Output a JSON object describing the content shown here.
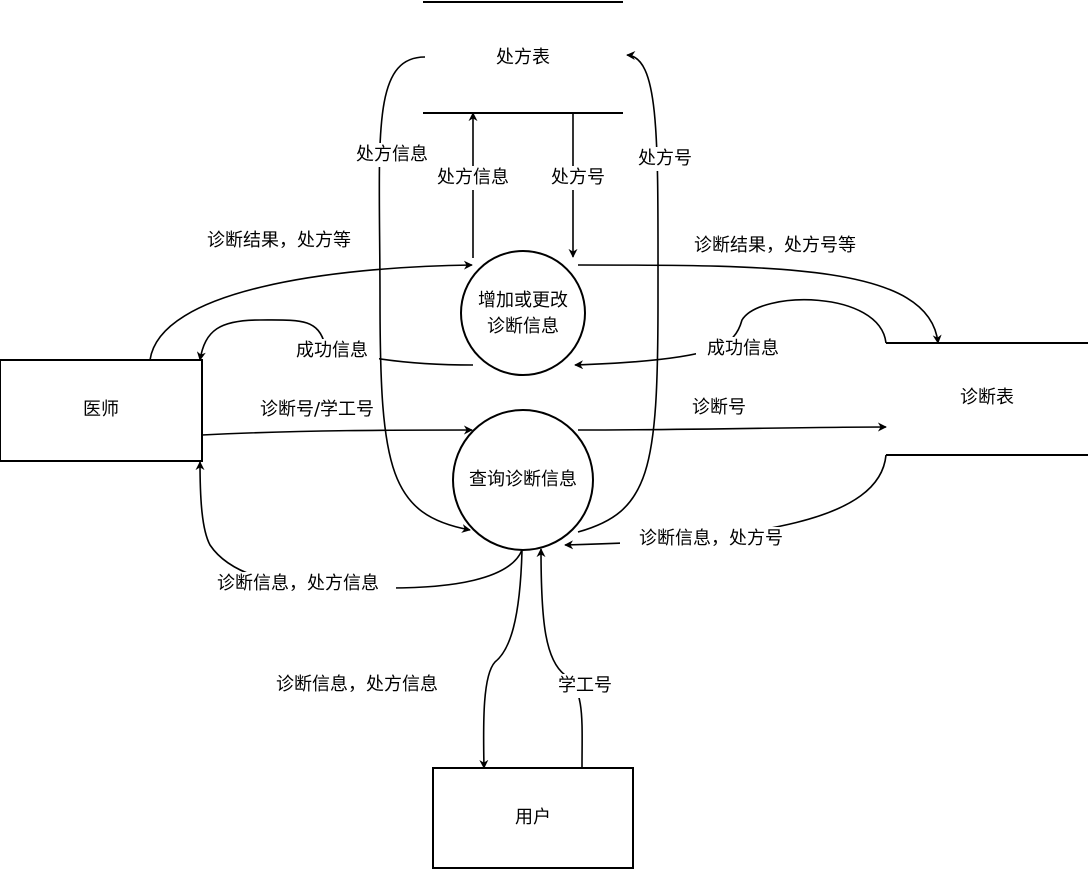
{
  "nodes": {
    "doctor": "医师",
    "user": "用户",
    "prescription_table": "处方表",
    "diagnosis_table": "诊断表",
    "process_edit_line1": "增加或更改",
    "process_edit_line2": "诊断信息",
    "process_query": "查询诊断信息"
  },
  "edge_labels": {
    "presc_info_left": "处方信息",
    "presc_info_up": "处方信息",
    "presc_no_down": "处方号",
    "presc_no_right": "处方号",
    "diag_result_presc": "诊断结果，处方等",
    "diag_result_presc_no": "诊断结果，处方号等",
    "success_left": "成功信息",
    "success_right": "成功信息",
    "diag_no_staff_no": "诊断号/学工号",
    "diag_no": "诊断号",
    "diag_info_presc_no": "诊断信息，处方号",
    "diag_info_presc_info_doctor": "诊断信息，处方信息",
    "diag_info_presc_info_user": "诊断信息，处方信息",
    "staff_no": "学工号"
  }
}
